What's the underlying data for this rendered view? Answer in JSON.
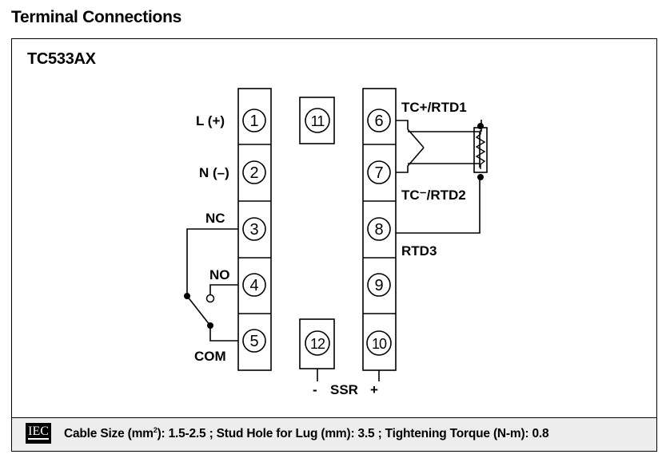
{
  "title": "Terminal Connections",
  "model": "TC533AX",
  "terminals": {
    "t1": "1",
    "t2": "2",
    "t3": "3",
    "t4": "4",
    "t5": "5",
    "t6": "6",
    "t7": "7",
    "t8": "8",
    "t9": "9",
    "t10": "10",
    "t11": "11",
    "t12": "12"
  },
  "labels": {
    "l_plus": "L (+)",
    "n_minus": "N (–)",
    "nc": "NC",
    "no": "NO",
    "com": "COM",
    "tc_plus_rtd1": "TC+/RTD1",
    "tc_minus_rtd2": "TC⁻/RTD2",
    "rtd3": "RTD3",
    "ssr_minus": "-",
    "ssr": "SSR",
    "ssr_plus": "+"
  },
  "footer": {
    "logo_text": "IEC",
    "cable_size_label": "Cable Size (mm",
    "cable_size_sup": "2",
    "cable_size_rest": "): 1.5-2.5 ; Stud Hole for Lug (mm): 3.5 ; Tightening Torque (N-m): 0.8"
  }
}
